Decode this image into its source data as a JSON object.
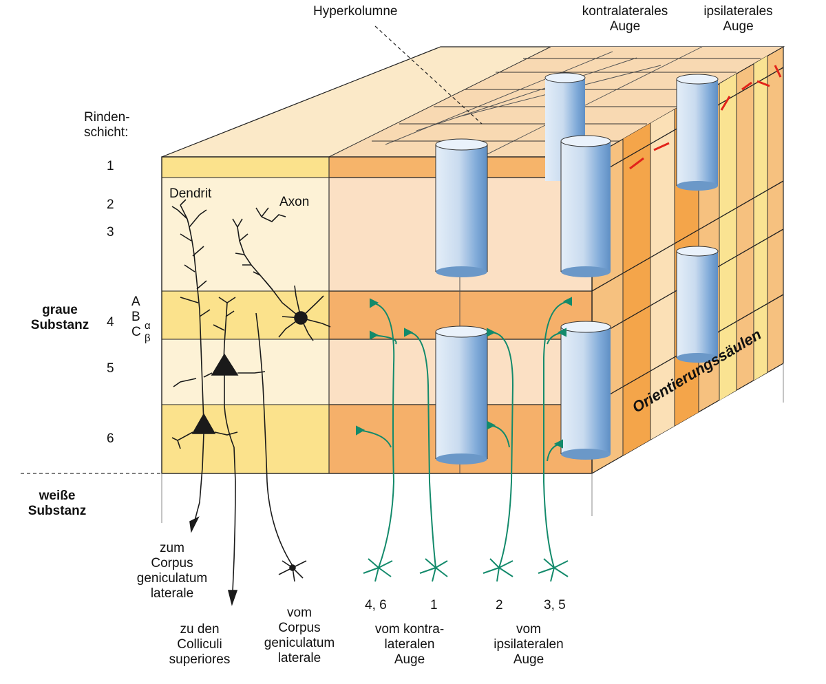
{
  "labels": {
    "hyperkolumne": "Hyperkolumne",
    "kontra_top": "kontralaterales\nAuge",
    "ipsi_top": "ipsilaterales\nAuge",
    "rindenschicht": "Rinden-\nschicht:",
    "layer_1": "1",
    "layer_2": "2",
    "layer_3": "3",
    "layer_4": "4",
    "layer_5": "5",
    "layer_6": "6",
    "layer_a": "A",
    "layer_b": "B",
    "layer_c": "C",
    "alpha": "α",
    "beta": "β",
    "graue": "graue\nSubstanz",
    "weisse": "weiße\nSubstanz",
    "dendrit": "Dendrit",
    "axon": "Axon",
    "orient": "Orientierungssäulen",
    "zum_corpus": "zum\nCorpus\ngeniculatum\nlaterale",
    "colliculi": "zu den\nColliculi\nsuperiores",
    "vom_corpus": "vom\nCorpus\ngeniculatum\nlaterale",
    "n46": "4, 6",
    "n1": "1",
    "n2": "2",
    "n35": "3, 5",
    "kontra_bottom": "vom kontra-\nlateralen\nAuge",
    "ipsi_bottom": "vom\nipsilateralen\nAuge"
  },
  "colors": {
    "pale": "#fbeed2",
    "yellow": "#fbe28c",
    "peach": "#f9d6b0",
    "orange": "#f6b46a",
    "deep_orange": "#f19a3a",
    "neuron_dark": "#1a1a1a",
    "neuron_green": "#138a6b",
    "column_blue": "#9dbfe2",
    "orientation_red": "#e2231a"
  }
}
